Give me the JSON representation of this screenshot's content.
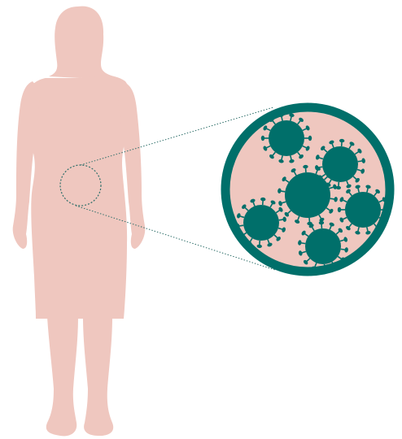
{
  "figure": {
    "kind": "anatomical-illustration",
    "subject": "female-silhouette",
    "highlight_region": "lower-abdomen",
    "zoom_content": "virus-particles",
    "particle_count": 6
  },
  "colors": {
    "background": "#ffffff",
    "body_fill": "#efc7bf",
    "zoom_fill": "#efc7bf",
    "accent": "#006f6a",
    "virus": "#006f6a",
    "connector": "#2f6f6a"
  }
}
